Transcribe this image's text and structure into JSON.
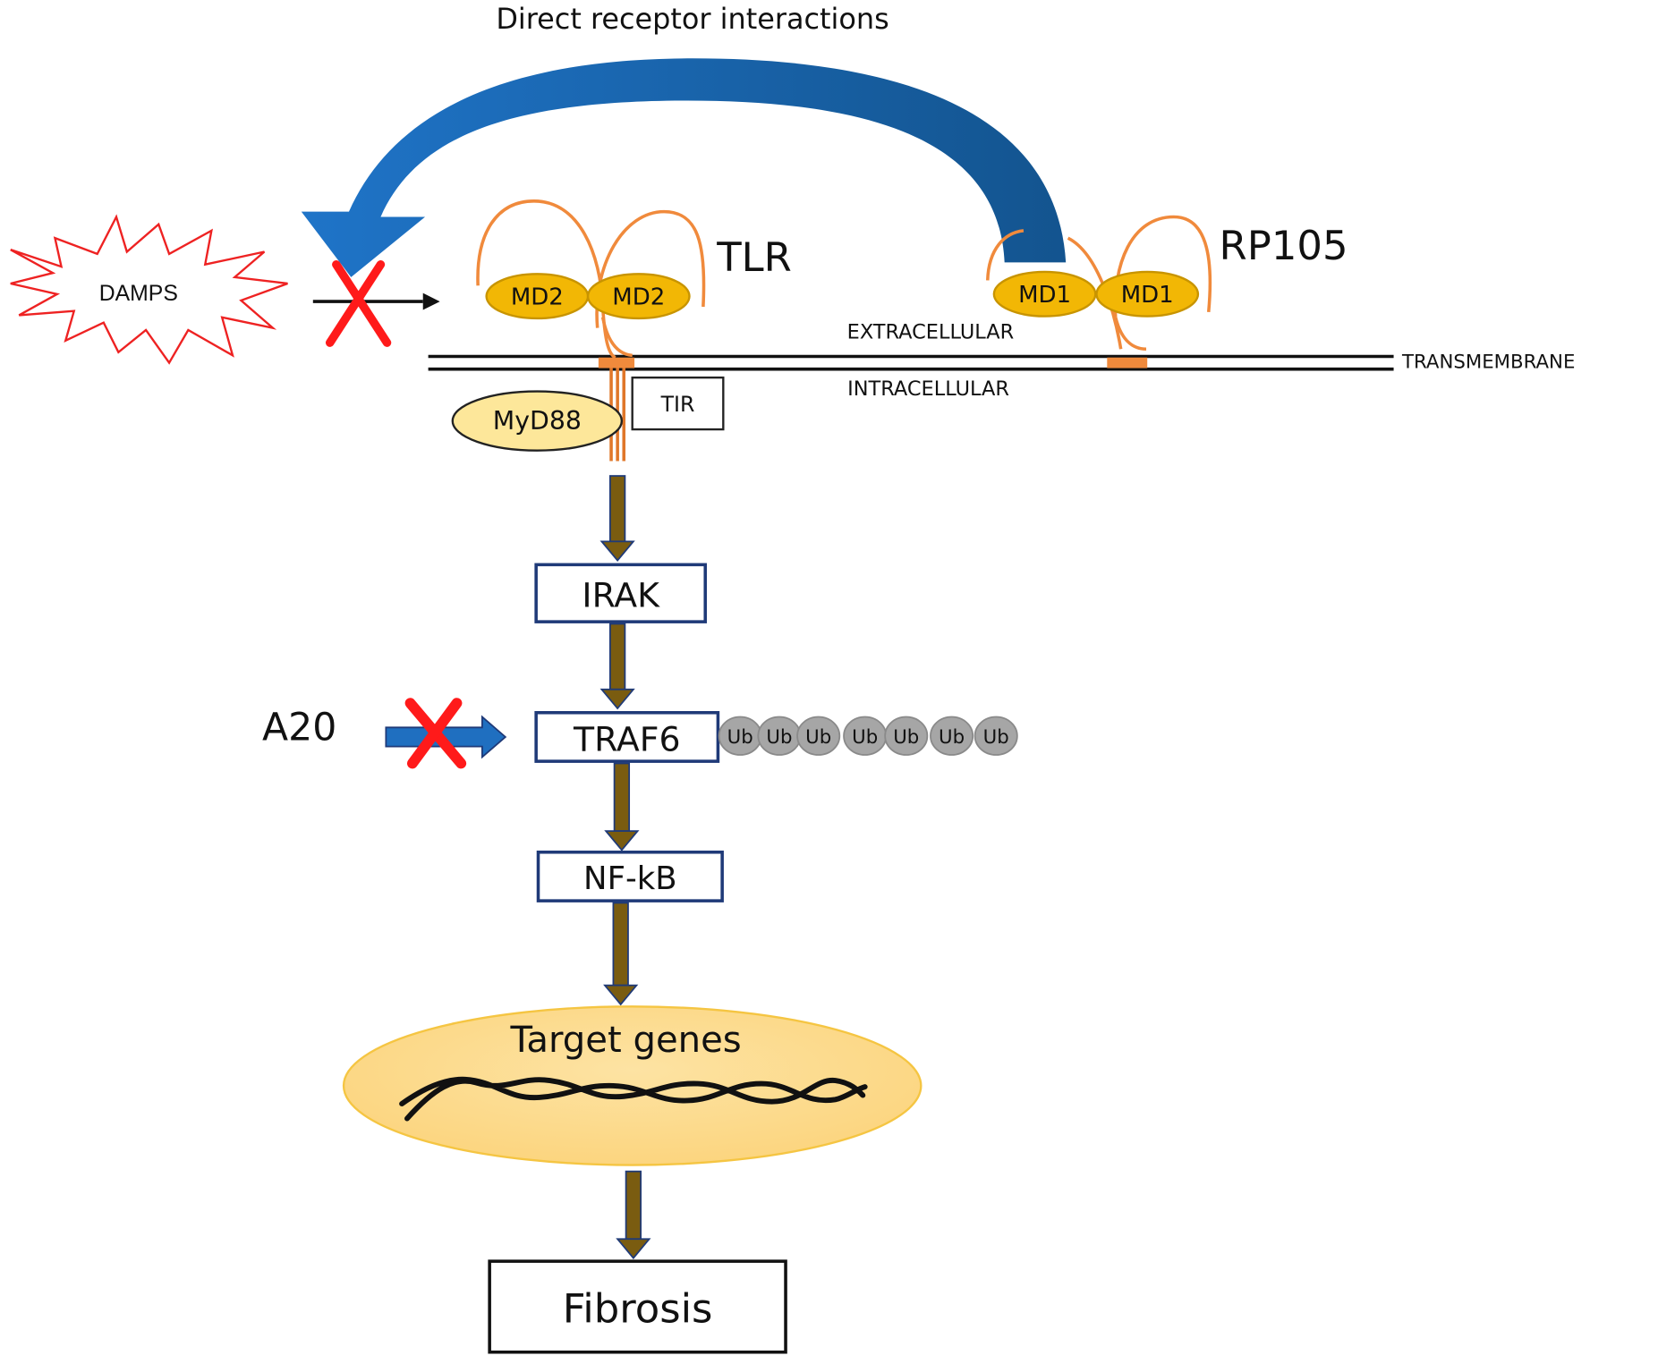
{
  "title": "Direct receptor interactions",
  "receptors": {
    "tlr": {
      "label": "TLR",
      "coreceptors": [
        "MD2",
        "MD2"
      ]
    },
    "rp105": {
      "label": "RP105",
      "coreceptors": [
        "MD1",
        "MD1"
      ]
    }
  },
  "ligand": {
    "label": "DAMPS",
    "blocked": true
  },
  "membrane": {
    "extracellular": "EXTRACELLULAR",
    "transmembrane": "TRANSMEMBRANE",
    "intracellular": "INTRACELLULAR"
  },
  "adaptors": {
    "myd88": "MyD88",
    "tir": "TIR"
  },
  "pathway": {
    "irak": "IRAK",
    "traf6": "TRAF6",
    "nfkb": "NF-kB",
    "target_genes": "Target genes",
    "fibrosis": "Fibrosis"
  },
  "inhibitor": {
    "label": "A20",
    "blocked": true
  },
  "ubiquitin": {
    "label": "Ub",
    "count": 7
  },
  "colors": {
    "blue_arrow": "#1f6fc0",
    "blue_arrow_dark": "#175a96",
    "orange": "#f08a3c",
    "md_fill": "#f2b705",
    "myd88_fill": "#fde79a",
    "cross": "#ff1a1a",
    "pathway_arrow": "#7a5c10",
    "box_border": "#1f3a78",
    "ub_fill": "#a6a6a6",
    "nucleus_fill": "#fdd98a"
  }
}
